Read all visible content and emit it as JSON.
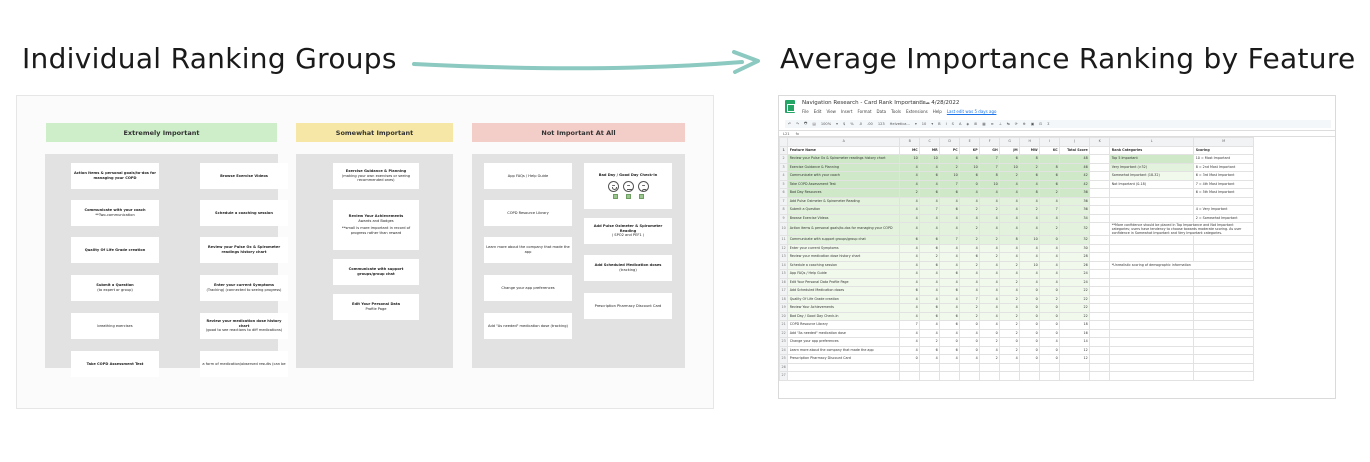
{
  "headings": {
    "left": "Individual Ranking Groups",
    "right": "Average Importance Ranking by Feature"
  },
  "colors": {
    "arrow": "#8cc9c0",
    "extremely_important": "#cdeec9",
    "somewhat_important": "#f6e7a6",
    "not_important": "#f3cdc8",
    "panel": "#e2e2e2",
    "sheet_top5": "#cfe8c8",
    "sheet_very": "#e3f2dc",
    "sheet_some": "#f1f8ec"
  },
  "board": {
    "categories": [
      {
        "label": "Extremely Important",
        "color": "#cdeec9",
        "cards": [
          {
            "title": "Action items & personal goals/to-dos for managing your COPD",
            "note": ""
          },
          {
            "title": "Browse Exercise Videos",
            "note": ""
          },
          {
            "title": "Communicate with your coach",
            "note": "**Two-communication"
          },
          {
            "title": "Schedule a coaching session",
            "note": ""
          },
          {
            "title": "Quality Of Life Grade creation",
            "note": ""
          },
          {
            "title": "Review your Pulse Ox & Spirometer readings history chart",
            "note": ""
          },
          {
            "title": "Submit a Question",
            "note": "(to expert or group)"
          },
          {
            "title": "Enter your current Symptoms",
            "note": "(Tracking) (connected to seeing progress)"
          },
          {
            "title": "",
            "note": "breathing exercises"
          },
          {
            "title": "Review your medication dose history chart",
            "note": "(good to see reactions to diff medications)"
          },
          {
            "title": "Take COPD Assessment Test",
            "note": ""
          },
          {
            "title": "",
            "note": "a form of medication/observed results (can be"
          }
        ]
      },
      {
        "label": "Somewhat Important",
        "color": "#f6e7a6",
        "cards": [
          {
            "title": "Exercise Guidance & Planning",
            "note": "(making your own exercises or seeing recommended ones)"
          },
          {
            "title": "Review Your Achievements",
            "note": "Awards and Badges\n\n**small is more important in record of progress rather than reward"
          },
          {
            "title": "Communicate with support groups/group chat",
            "note": ""
          },
          {
            "title": "Edit Your Personal Data",
            "note": "Profile Page"
          }
        ]
      },
      {
        "label": "Not Important At All",
        "color": "#f3cdc8",
        "cards": [
          {
            "title": "",
            "note": "App FAQs / Help Guide"
          },
          {
            "title": "Bad Day / Good Day Check-In",
            "note": ""
          },
          {
            "title": "",
            "note": "COPD Resource Library"
          },
          {
            "title": "Add Pulse Oximeter & Spirometer Reading",
            "note": "( SPO2 and PEF1 )"
          },
          {
            "title": "",
            "note": "Learn more about the company that made the app"
          },
          {
            "title": "Add Scheduled Medication doses",
            "note": "(tracking)"
          },
          {
            "title": "",
            "note": "Change your app preferences"
          },
          {
            "title": "",
            "note": "Prescription Pharmacy Discount Card"
          },
          {
            "title": "",
            "note": "Add \"As needed\" medication dose (tracking)"
          }
        ]
      }
    ]
  },
  "sheet": {
    "title": "Navigation Research - Card Rank Importance - 4/28/2022",
    "menu": [
      "File",
      "Edit",
      "View",
      "Insert",
      "Format",
      "Data",
      "Tools",
      "Extensions",
      "Help"
    ],
    "last_edit": "Last edit was 5 days ago",
    "toolbar": [
      "↶",
      "↷",
      "🖶",
      "▤",
      "100%",
      "▾",
      "$",
      "%",
      ".0",
      ".00",
      "123",
      "Helvetica...",
      "▾",
      "10",
      "▾",
      "B",
      "I",
      "S",
      "A",
      "◈",
      "⊞",
      "▦",
      "≡",
      "⊥",
      "↹",
      "⟳",
      "⊕",
      "▣",
      "⊡",
      "Σ"
    ],
    "cell_ref": "L21",
    "fx": "fx",
    "col_letters": [
      "",
      "A",
      "B",
      "C",
      "D",
      "E",
      "F",
      "G",
      "H",
      "I",
      "J",
      "K",
      "L",
      "M"
    ],
    "header_row": [
      "Feature Name",
      "MC",
      "MR",
      "PC",
      "KP",
      "GH",
      "JM",
      "MW",
      "KC",
      "Total Score",
      "",
      "Rank Categories",
      "Scoring"
    ],
    "rows": [
      {
        "f": "Review your Pulse Ox & Spirometer readings history chart",
        "v": [
          "10",
          "10",
          "4",
          "6",
          "7",
          "6",
          "8",
          "",
          "48"
        ],
        "cat": "top5"
      },
      {
        "f": "Exercise Guidance & Planning",
        "v": [
          "4",
          "4",
          "2",
          "10",
          "7",
          "10",
          "2",
          "8",
          "46"
        ],
        "cat": "top5"
      },
      {
        "f": "Communicate with your coach",
        "v": [
          "4",
          "6",
          "10",
          "6",
          "8",
          "2",
          "6",
          "6",
          "42"
        ],
        "cat": "top5"
      },
      {
        "f": "Take COPD Assessment Test",
        "v": [
          "4",
          "4",
          "7",
          "0",
          "10",
          "4",
          "4",
          "6",
          "42"
        ],
        "cat": "top5"
      },
      {
        "f": "Bad Day Resources",
        "v": [
          "2",
          "6",
          "6",
          "4",
          "4",
          "4",
          "8",
          "2",
          "36"
        ],
        "cat": "top5"
      },
      {
        "f": "Add Pulse Oximeter & Spirometer Reading",
        "v": [
          "4",
          "4",
          "4",
          "4",
          "4",
          "4",
          "4",
          "4",
          "36"
        ],
        "cat": "veryimp"
      },
      {
        "f": "Submit a Question",
        "v": [
          "4",
          "7",
          "6",
          "2",
          "2",
          "4",
          "2",
          "7",
          "36"
        ],
        "cat": "veryimp"
      },
      {
        "f": "Browse Exercise Videos",
        "v": [
          "4",
          "4",
          "4",
          "4",
          "4",
          "4",
          "4",
          "4",
          "34"
        ],
        "cat": "veryimp"
      },
      {
        "f": "Action items & personal goals/to-dos for managing your COPD",
        "v": [
          "4",
          "4",
          "4",
          "2",
          "4",
          "4",
          "4",
          "2",
          "32"
        ],
        "cat": "veryimp"
      },
      {
        "f": "Communicate with support groups/group chat",
        "v": [
          "6",
          "6",
          "7",
          "2",
          "2",
          "8",
          "10",
          "0",
          "32"
        ],
        "cat": "veryimp"
      },
      {
        "f": "Enter your current Symptoms",
        "v": [
          "4",
          "6",
          "4",
          "4",
          "4",
          "4",
          "4",
          "4",
          "30"
        ],
        "cat": "someimp"
      },
      {
        "f": "Review your medication dose history chart",
        "v": [
          "4",
          "2",
          "4",
          "6",
          "2",
          "4",
          "4",
          "4",
          "28"
        ],
        "cat": "someimp"
      },
      {
        "f": "Schedule a coaching session",
        "v": [
          "4",
          "6",
          "4",
          "2",
          "4",
          "2",
          "10",
          "4",
          "26"
        ],
        "cat": "someimp"
      },
      {
        "f": "App FAQs / Help Guide",
        "v": [
          "4",
          "4",
          "6",
          "4",
          "4",
          "4",
          "4",
          "4",
          "24"
        ],
        "cat": "someimp"
      },
      {
        "f": "Edit Your Personal Data Profile Page",
        "v": [
          "4",
          "4",
          "4",
          "4",
          "4",
          "2",
          "4",
          "4",
          "24"
        ],
        "cat": "someimp"
      },
      {
        "f": "Add Scheduled Medication doses",
        "v": [
          "6",
          "4",
          "6",
          "4",
          "4",
          "4",
          "0",
          "0",
          "22"
        ],
        "cat": "someimp"
      },
      {
        "f": "Quality Of Life Grade creation",
        "v": [
          "4",
          "4",
          "4",
          "7",
          "4",
          "2",
          "0",
          "2",
          "22"
        ],
        "cat": "someimp"
      },
      {
        "f": "Review Your Achievements",
        "v": [
          "4",
          "6",
          "4",
          "2",
          "4",
          "4",
          "0",
          "0",
          "22"
        ],
        "cat": "someimp"
      },
      {
        "f": "Bad Day / Good Day Check-In",
        "v": [
          "4",
          "6",
          "6",
          "2",
          "4",
          "2",
          "0",
          "0",
          "22"
        ],
        "cat": "someimp"
      },
      {
        "f": "COPD Resource Library",
        "v": [
          "7",
          "4",
          "6",
          "0",
          "4",
          "2",
          "0",
          "0",
          "18"
        ],
        "cat": "notimp"
      },
      {
        "f": "Add \"As needed\" medication dose",
        "v": [
          "4",
          "4",
          "4",
          "4",
          "0",
          "2",
          "0",
          "0",
          "16"
        ],
        "cat": "notimp"
      },
      {
        "f": "Change your app preferences",
        "v": [
          "4",
          "2",
          "0",
          "0",
          "2",
          "0",
          "0",
          "4",
          "14"
        ],
        "cat": "notimp"
      },
      {
        "f": "Learn more about the company that made the app",
        "v": [
          "4",
          "6",
          "6",
          "0",
          "4",
          "2",
          "0",
          "0",
          "12"
        ],
        "cat": "notimp"
      },
      {
        "f": "Prescription Pharmacy Discount Card",
        "v": [
          "0",
          "4",
          "4",
          "4",
          "2",
          "4",
          "0",
          "0",
          "12"
        ],
        "cat": "notimp"
      }
    ],
    "rank_categories": [
      {
        "label": "Top 5 Important",
        "cat": "top5"
      },
      {
        "label": "Very Important (>32)",
        "cat": "very"
      },
      {
        "label": "Somewhat Important (18-32)",
        "cat": "some"
      },
      {
        "label": "Not Important (0-18)",
        "cat": "not"
      }
    ],
    "scoring": [
      "10 = Most Important",
      "8 = 2nd Most Important",
      "6 = 3rd Most Important",
      "7 = 4th Most Important",
      "6 = 5th Most Important",
      "",
      "4 = Very Important",
      "2 = Somewhat Important",
      "0 = Not Important at all"
    ],
    "notes": [
      "**More confidence should be placed in Top Importance and Not Important categories; users have tendency to choose towards moderate scoring. As user confidence in Somewhat Important and Very Important categories.",
      "*Unrealistic scoring of demographic information"
    ]
  }
}
